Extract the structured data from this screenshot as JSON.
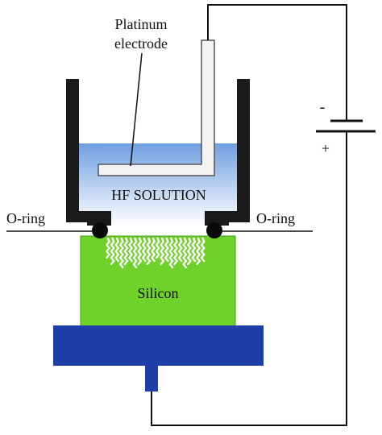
{
  "labels": {
    "platinum_line1": "Platinum",
    "platinum_line2": "electrode",
    "hf_solution": "HF SOLUTION",
    "oring_left": "O-ring",
    "oring_right": "O-ring",
    "silicon": "Silicon",
    "battery_minus": "-",
    "battery_plus": "+"
  },
  "colors": {
    "cell_wall": "#1a1a1a",
    "solution_top": "#6f9fe0",
    "solution_bottom": "#ffffff",
    "silicon": "#6fd12a",
    "silicon_border": "#4a9a18",
    "pores": "#ffffff",
    "base": "#1f3fa8",
    "electrode_fill": "#f3f3f3",
    "electrode_stroke": "#555555",
    "wire": "#111111"
  }
}
